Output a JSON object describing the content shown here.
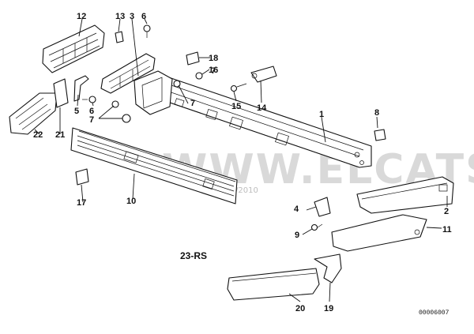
{
  "watermark": {
    "text": "WWW.ELCATS.RU",
    "year": "/2010"
  },
  "diagram_code": "23-RS",
  "image_number": "00006007",
  "parts": {
    "p1": "1",
    "p2": "2",
    "p3": "3",
    "p4": "4",
    "p5": "5",
    "p6a": "6",
    "p6b": "6",
    "p7a": "7",
    "p7b": "7",
    "p7c": "7",
    "p8": "8",
    "p9": "9",
    "p10": "10",
    "p11": "11",
    "p12": "12",
    "p13": "13",
    "p14": "14",
    "p15": "15",
    "p16": "16",
    "p17": "17",
    "p18": "18",
    "p19": "19",
    "p20": "20",
    "p21": "21",
    "p22": "22"
  }
}
